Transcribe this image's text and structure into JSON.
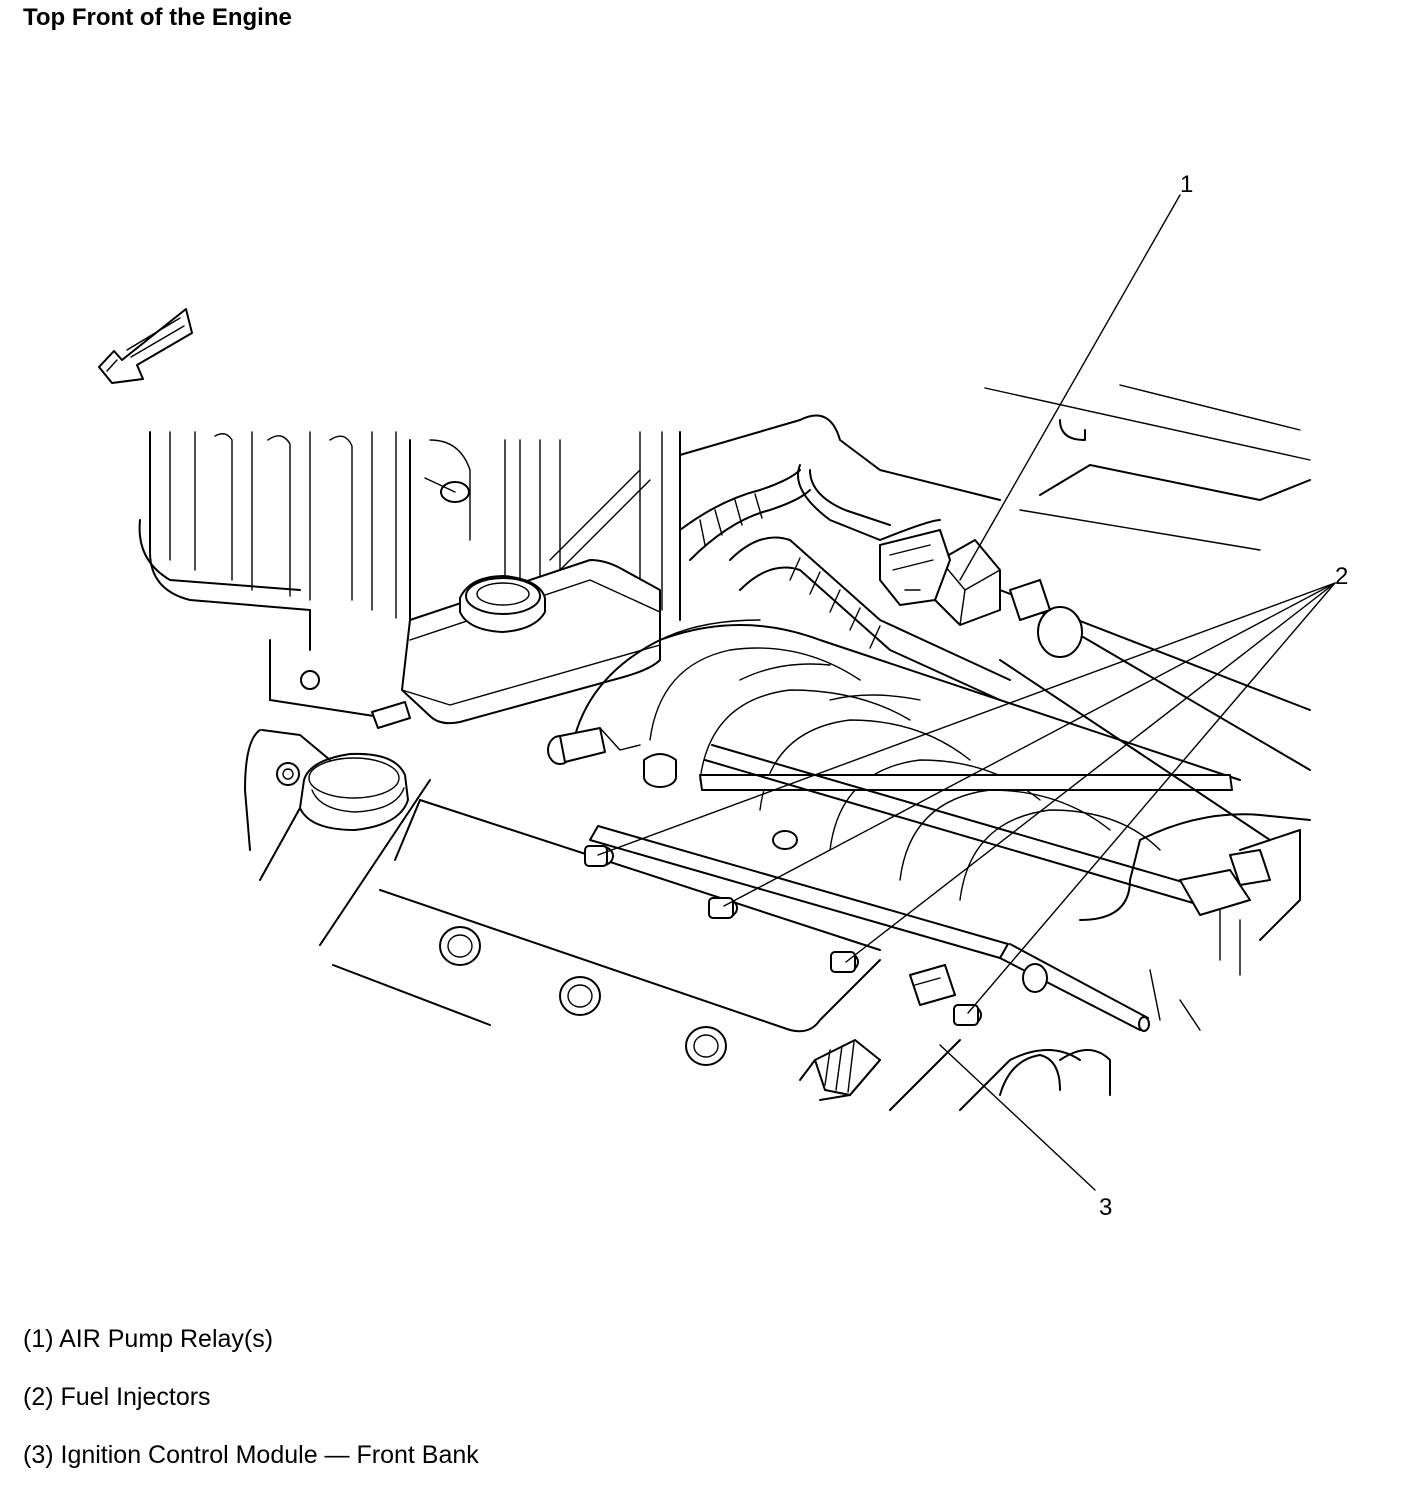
{
  "title": "Top Front of the Engine",
  "callouts": [
    "1",
    "2",
    "3"
  ],
  "legend": [
    "(1) AIR Pump Relay(s)",
    "(2) Fuel Injectors",
    "(3) Ignition Control Module — Front Bank"
  ],
  "icons": {
    "direction_arrow": "front-direction-arrow-icon"
  }
}
